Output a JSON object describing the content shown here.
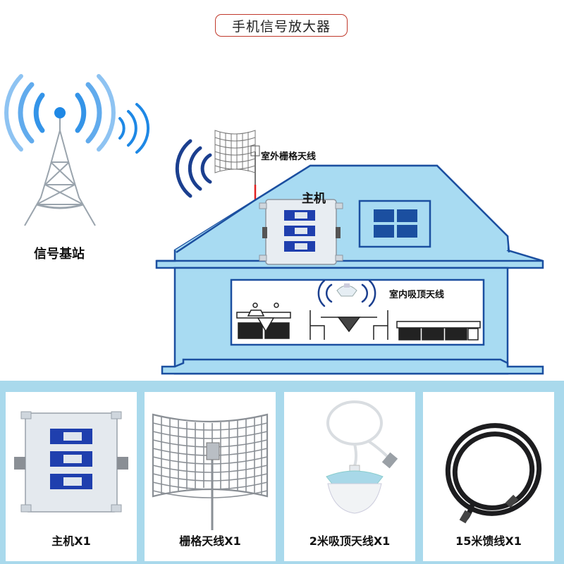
{
  "title": "手机信号放大器",
  "diagram": {
    "base_station_label": "信号基站",
    "outdoor_antenna_label": "室外栅格天线",
    "host_label": "主机",
    "indoor_antenna_label": "室内吸顶天线"
  },
  "products": [
    {
      "name": "main-unit",
      "label": "主机X1"
    },
    {
      "name": "grid-antenna",
      "label": "栅格天线X1"
    },
    {
      "name": "ceiling-antenna",
      "label": "2米吸顶天线X1"
    },
    {
      "name": "feeder-cable",
      "label": "15米馈线X1"
    }
  ],
  "colors": {
    "house_fill": "#a8dbf2",
    "house_stroke": "#1b4fa0",
    "cable": "#e02020",
    "signal_wave": "#1e88e5",
    "title_border": "#c0392b",
    "panel_bg": "#a9d9ec"
  }
}
